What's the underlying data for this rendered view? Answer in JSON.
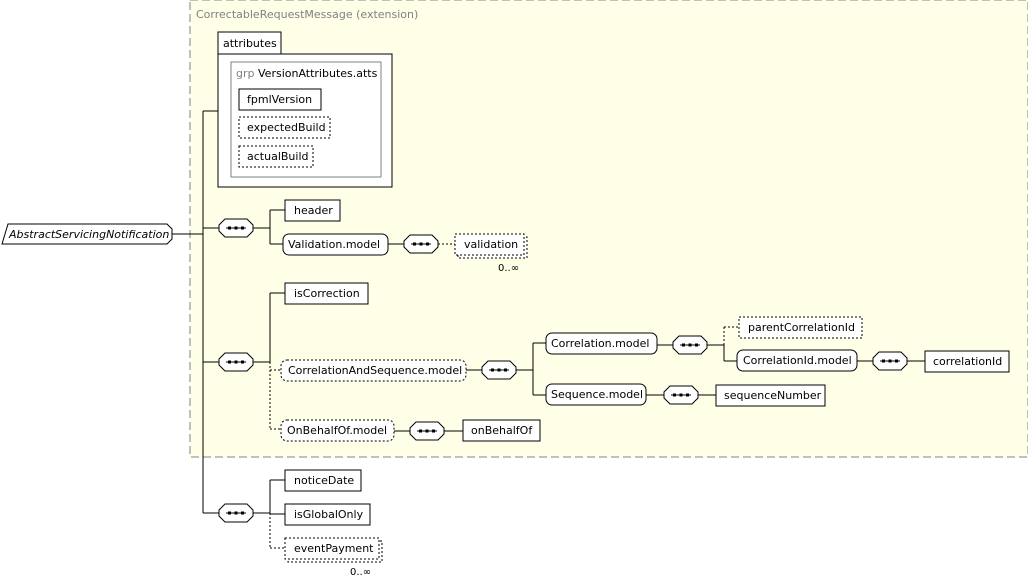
{
  "extension_label": "CorrectableRequestMessage (extension)",
  "root": "AbstractServicingNotification",
  "attributes": {
    "tab_label": "attributes",
    "group_prefix": "grp",
    "group_name": "VersionAttributes.atts",
    "items": [
      "fpmlVersion",
      "expectedBuild",
      "actualBuild"
    ]
  },
  "seq1": {
    "header": "header",
    "validation_model": "Validation.model",
    "validation": "validation",
    "validation_occurs": "0..∞"
  },
  "seq2": {
    "is_correction": "isCorrection",
    "correlation_and_sequence_model": "CorrelationAndSequence.model",
    "correlation_model": "Correlation.model",
    "parent_correlation_id": "parentCorrelationId",
    "correlation_id_model": "CorrelationId.model",
    "correlation_id": "correlationId",
    "sequence_model": "Sequence.model",
    "sequence_number": "sequenceNumber",
    "on_behalf_of_model": "OnBehalfOf.model",
    "on_behalf_of": "onBehalfOf"
  },
  "seq3": {
    "notice_date": "noticeDate",
    "is_global_only": "isGlobalOnly",
    "event_payment": "eventPayment",
    "event_payment_occurs": "0..∞"
  }
}
